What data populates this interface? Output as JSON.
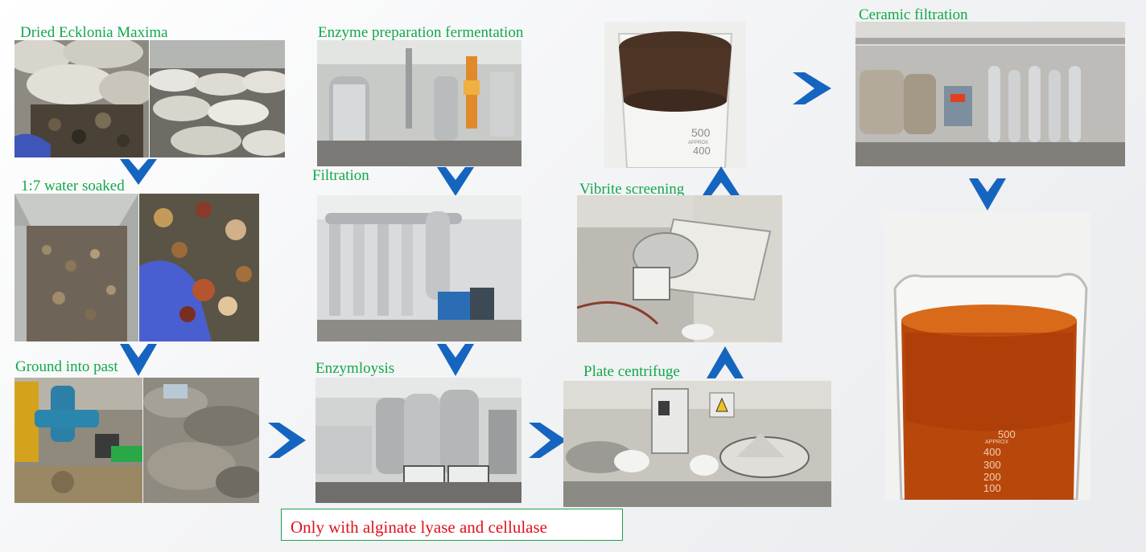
{
  "steps": {
    "dried": "Dried Ecklonia Maxima",
    "soaked": "1:7 water soaked",
    "ground": "Ground into past",
    "fermentation": "Enzyme preparation fermentation",
    "filtration": "Filtration",
    "enzymolysis": "Enzymloysis",
    "vibrite": "Vibrite screening",
    "centrifuge": "Plate centrifuge",
    "ceramic": "Ceramic  filtration"
  },
  "note": "Only with alginate lyase and cellulase",
  "beaker_marks": {
    "small": [
      "500",
      "APPROX",
      "400"
    ],
    "large": [
      "500",
      "APPROX",
      "400",
      "300",
      "200",
      "100"
    ]
  },
  "colors": {
    "label_green": "#12a84a",
    "arrow_blue": "#1565c0",
    "note_red": "#e0121b",
    "note_border": "#1fa24a"
  },
  "icons": {
    "flow_arrow": "chevron-icon"
  }
}
